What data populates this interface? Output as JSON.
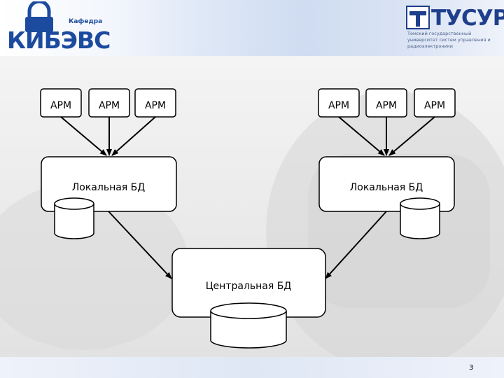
{
  "header": {
    "left_logo": {
      "small_text": "Кафедра",
      "name": "КИБЭВС"
    },
    "right_logo": {
      "name": "ТУСУР",
      "subtitle": "Томский государственный университет систем управления и радиоэлектроники"
    }
  },
  "diagram": {
    "workstations_left": [
      "АРМ",
      "АРМ",
      "АРМ"
    ],
    "workstations_right": [
      "АРМ",
      "АРМ",
      "АРМ"
    ],
    "local_db_left": "Локальная БД",
    "local_db_right": "Локальная БД",
    "central_db": "Центральная БД"
  },
  "footer": {
    "page_number": "3"
  },
  "colors": {
    "brand_blue": "#1b4a9e",
    "node_fill": "#ffffff",
    "stroke": "#000000"
  }
}
